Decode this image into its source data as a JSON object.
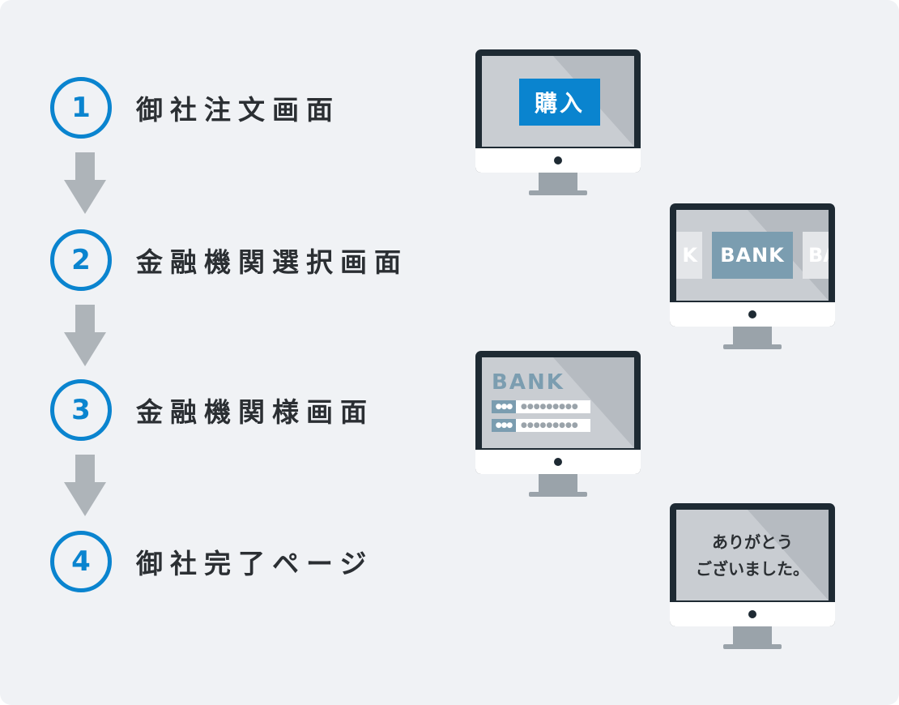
{
  "steps": [
    {
      "number": "1",
      "label": "御社注文画面"
    },
    {
      "number": "2",
      "label": "金融機関選択画面"
    },
    {
      "number": "3",
      "label": "金融機関様画面"
    },
    {
      "number": "4",
      "label": "御社完了ページ"
    }
  ],
  "screens": {
    "order": {
      "button": "購入"
    },
    "bank_select": {
      "left_fragment": "K",
      "center": "BANK",
      "right_fragment": "BA"
    },
    "bank_login": {
      "title": "BANK",
      "field_tag": "●●●",
      "field_mask": "●●●●●●●●●"
    },
    "complete": {
      "line1": "ありがとう",
      "line2": "ございました。"
    }
  },
  "colors": {
    "accent_blue": "#0a84cf",
    "bank_blue_gray": "#7b9db0",
    "arrow_gray": "#aeb4b9",
    "panel_bg": "#f0f2f5"
  },
  "icons": [
    "down-arrow-icon",
    "monitor-icon"
  ]
}
